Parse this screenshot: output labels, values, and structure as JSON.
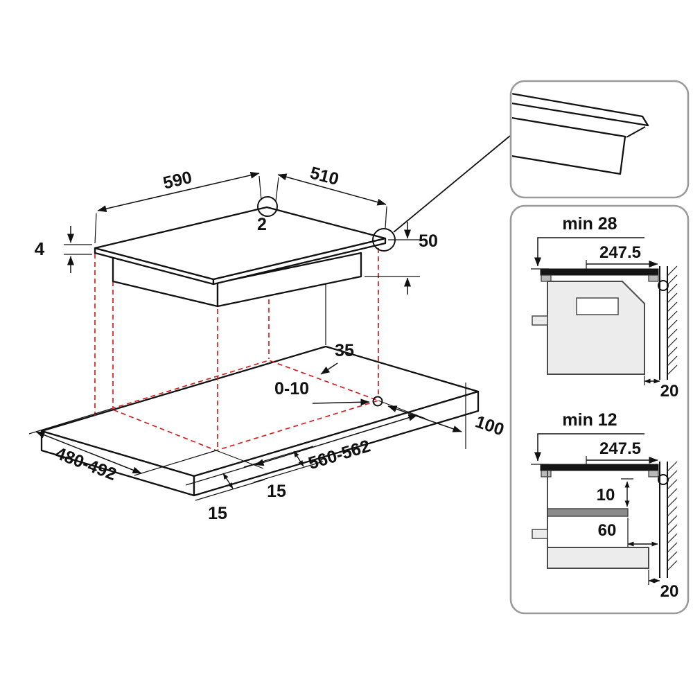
{
  "colors": {
    "line": "#111111",
    "red": "#d41f1f",
    "panel_border": "#9a9a9a",
    "cabinet_fill": "#ececec",
    "shelf_fill": "#8a8a8a"
  },
  "hob_diagram": {
    "width": "590",
    "depth": "510",
    "center_point": "2",
    "glass_thickness": "4",
    "body_height": "50",
    "back_gap": "35",
    "corner_play": "0-10",
    "side_clearance": "100",
    "cutout_depth": "480-492",
    "cutout_width": "560-562",
    "front_margin_1": "15",
    "front_margin_2": "15"
  },
  "section_top": {
    "min_clearance": "min 28",
    "cable_distance": "247.5",
    "wall_gap": "20"
  },
  "section_bottom": {
    "min_clearance": "min 12",
    "cable_distance": "247.5",
    "shelf_clearance": "10",
    "shelf_setback": "60",
    "wall_gap": "20"
  }
}
